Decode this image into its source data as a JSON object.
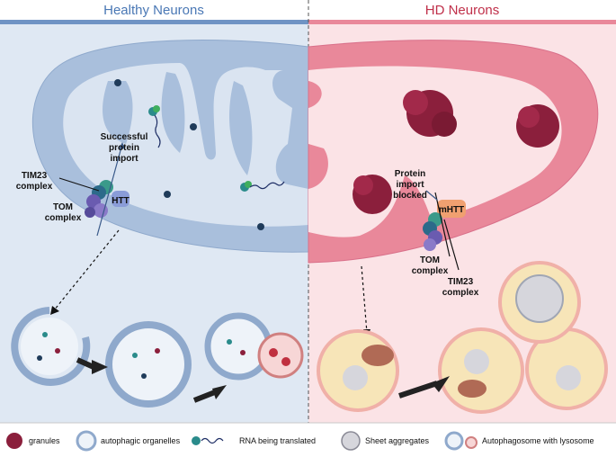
{
  "headers": {
    "left": "Healthy Neurons",
    "right": "HD Neurons"
  },
  "colors": {
    "healthy_header": "#4a78b5",
    "hd_header": "#c0304a",
    "healthy_bg": "#dfe8f3",
    "hd_bg": "#fbe3e6",
    "mito_healthy": "#a9bfdc",
    "mito_hd": "#e9889a",
    "granule": "#8b1f3c",
    "dark_granule": "#1f3b5a"
  },
  "labels": {
    "successful_import": [
      "Successful",
      "protein",
      "import"
    ],
    "tim23_left": [
      "TIM23",
      "complex"
    ],
    "tom_left": [
      "TOM",
      "complex"
    ],
    "htt": "HTT",
    "import_blocked": [
      "Protein",
      "import",
      "blocked"
    ],
    "mhtt": "mHTT",
    "tom_right": [
      "TOM",
      "complex"
    ],
    "tim23_right": [
      "TIM23",
      "complex"
    ]
  },
  "legend": {
    "granules": "granules",
    "autophagic": "autophagic organelles",
    "rna": "RNA being translated",
    "sheet": "Sheet aggregates",
    "autophagosome": "Autophagosome with lysosome"
  }
}
